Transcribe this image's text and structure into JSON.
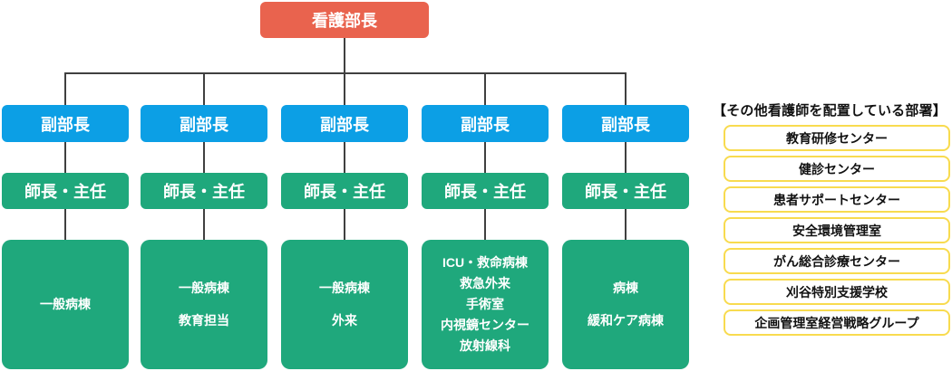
{
  "colors": {
    "red": "#E9634E",
    "blue": "#0C9FE5",
    "green": "#1FA87C",
    "yellow": "#F8DB4F",
    "line": "#404040"
  },
  "org_chart": {
    "root_label": "看護部長",
    "columns": [
      {
        "deputy": "副部長",
        "chief": "師長・主任",
        "dept_lines": [
          "一般病棟"
        ]
      },
      {
        "deputy": "副部長",
        "chief": "師長・主任",
        "dept_lines": [
          "一般病棟",
          "教育担当"
        ]
      },
      {
        "deputy": "副部長",
        "chief": "師長・主任",
        "dept_lines": [
          "一般病棟",
          "外来"
        ]
      },
      {
        "deputy": "副部長",
        "chief": "師長・主任",
        "dept_lines": [
          "ICU・救命病棟",
          "救急外来",
          "手術室",
          "内視鏡センター",
          "放射線科"
        ]
      },
      {
        "deputy": "副部長",
        "chief": "師長・主任",
        "dept_lines": [
          "病棟",
          "緩和ケア病棟"
        ]
      }
    ]
  },
  "side_panel": {
    "title": "【その他看護師を配置している部署】",
    "departments": [
      "教育研修センター",
      "健診センター",
      "患者サポートセンター",
      "安全環境管理室",
      "がん総合診療センター",
      "刈谷特別支援学校",
      "企画管理室経営戦略グループ"
    ]
  }
}
